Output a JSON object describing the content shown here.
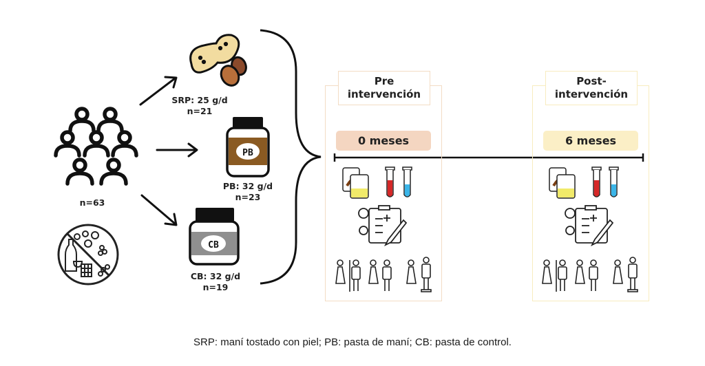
{
  "participants": {
    "total_label": "n=63"
  },
  "groups": [
    {
      "code": "SRP",
      "dose_label": "SRP: 25 g/d",
      "n_label": "n=21",
      "icon": "peanuts-icon",
      "color": "#f2dca0"
    },
    {
      "code": "PB",
      "dose_label": "PB: 32 g/d",
      "n_label": "n=23",
      "icon": "peanut-butter-jar-icon",
      "jar_text": "PB",
      "color": "#8a5a22"
    },
    {
      "code": "CB",
      "dose_label": "CB: 32 g/d",
      "n_label": "n=19",
      "icon": "control-butter-jar-icon",
      "jar_text": "CB",
      "color": "#8f8f8f"
    }
  ],
  "restriction_icon": "no-nuts-wine-chocolate-icon",
  "phases": [
    {
      "title_line1": "Pre",
      "title_line2": "intervención",
      "months": "0 meses",
      "border_color": "#f3dcc4",
      "months_bg": "#f4d6c1"
    },
    {
      "title_line1": "Post-",
      "title_line2": "intervención",
      "months": "6 meses",
      "border_color": "#f8ecbf",
      "months_bg": "#fbefc6"
    }
  ],
  "assessment_icons": [
    "sample-containers-icon",
    "blood-tube-icon",
    "urine-tube-icon",
    "clinical-questionnaire-icon",
    "anthropometry-icon"
  ],
  "colors": {
    "blood": "#d62828",
    "urine": "#3bb5e8",
    "urine_cup": "#f1ea6a",
    "stool": "#7a3e12",
    "almond_dark": "#8b4a2b",
    "almond_light": "#b86f3a"
  },
  "caption": "SRP: maní tostado con piel; PB: pasta de maní; CB: pasta de control."
}
